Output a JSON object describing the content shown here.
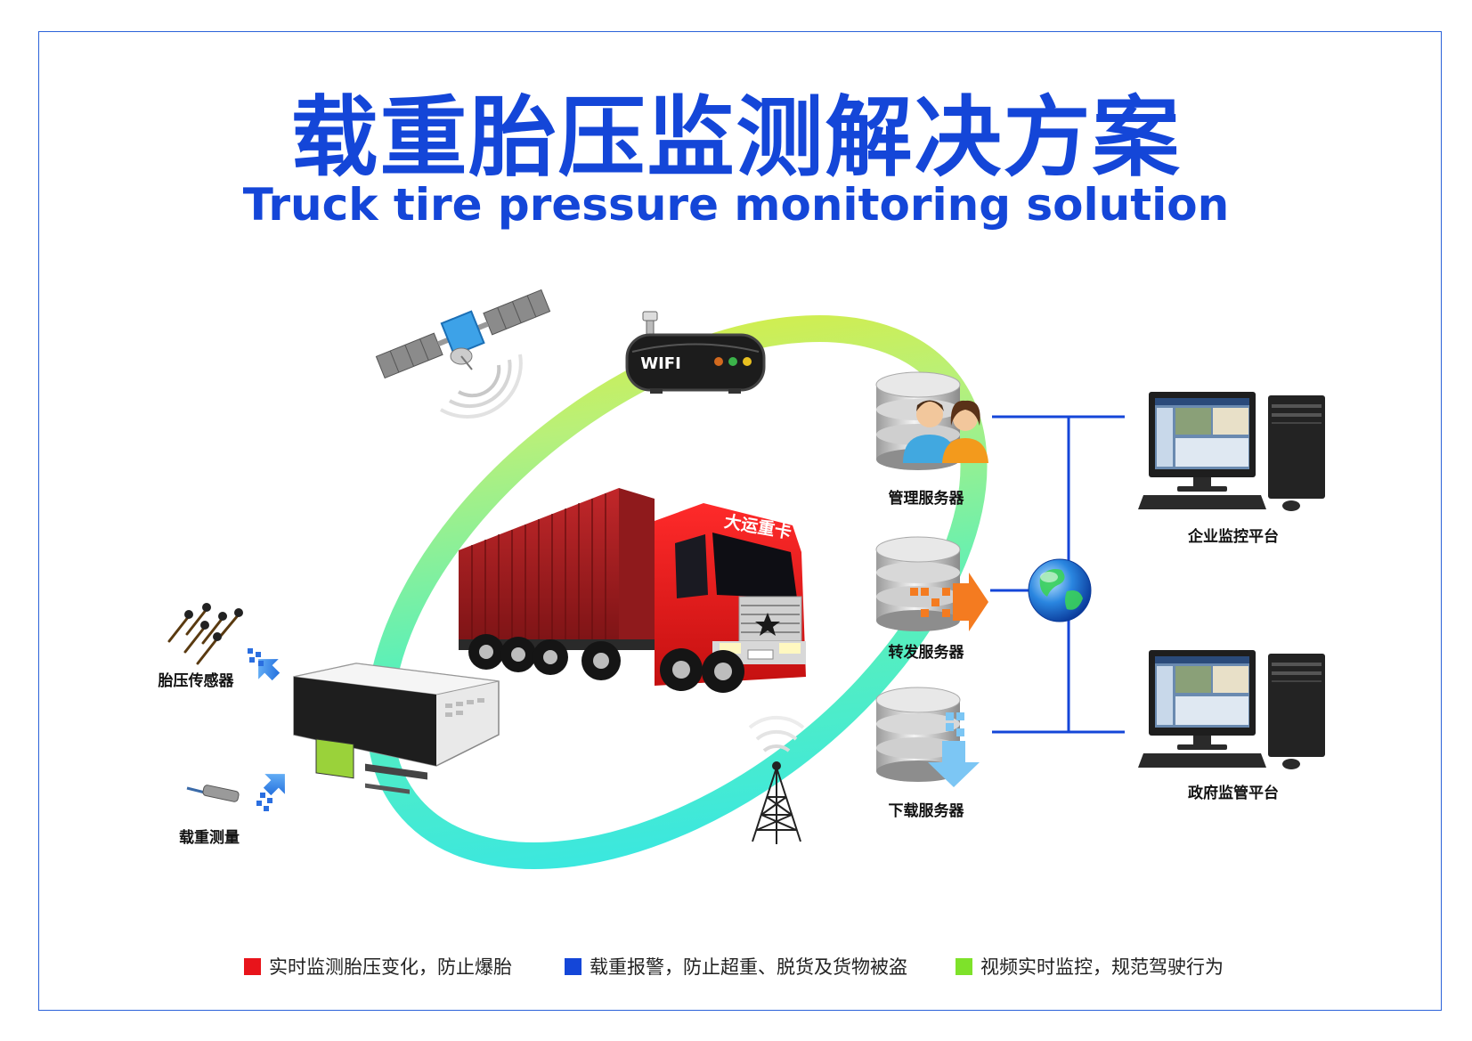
{
  "title": {
    "cn": "载重胎压监测解决方案",
    "en": "Truck tire pressure monitoring solution"
  },
  "nodes": {
    "wifi": "WIFI",
    "mgmt_server": "管理服务器",
    "relay_server": "转发服务器",
    "download_server": "下载服务器",
    "enterprise_platform": "企业监控平台",
    "gov_platform": "政府监管平台",
    "tire_sensor": "胎压传感器",
    "load_measure": "载重测量",
    "truck_cab_text": "大运重卡"
  },
  "legend": [
    {
      "color": "#e8141b",
      "text": "实时监测胎压变化，防止爆胎"
    },
    {
      "color": "#1446d8",
      "text": "载重报警，防止超重、脱货及货物被盗"
    },
    {
      "color": "#7ee22a",
      "text": "视频实时监控，规范驾驶行为"
    }
  ],
  "colors": {
    "brand_blue": "#1446d8",
    "truck_red": "#d91a1a",
    "ring_start": "#2ee0e8",
    "ring_end": "#e5ea2a"
  }
}
